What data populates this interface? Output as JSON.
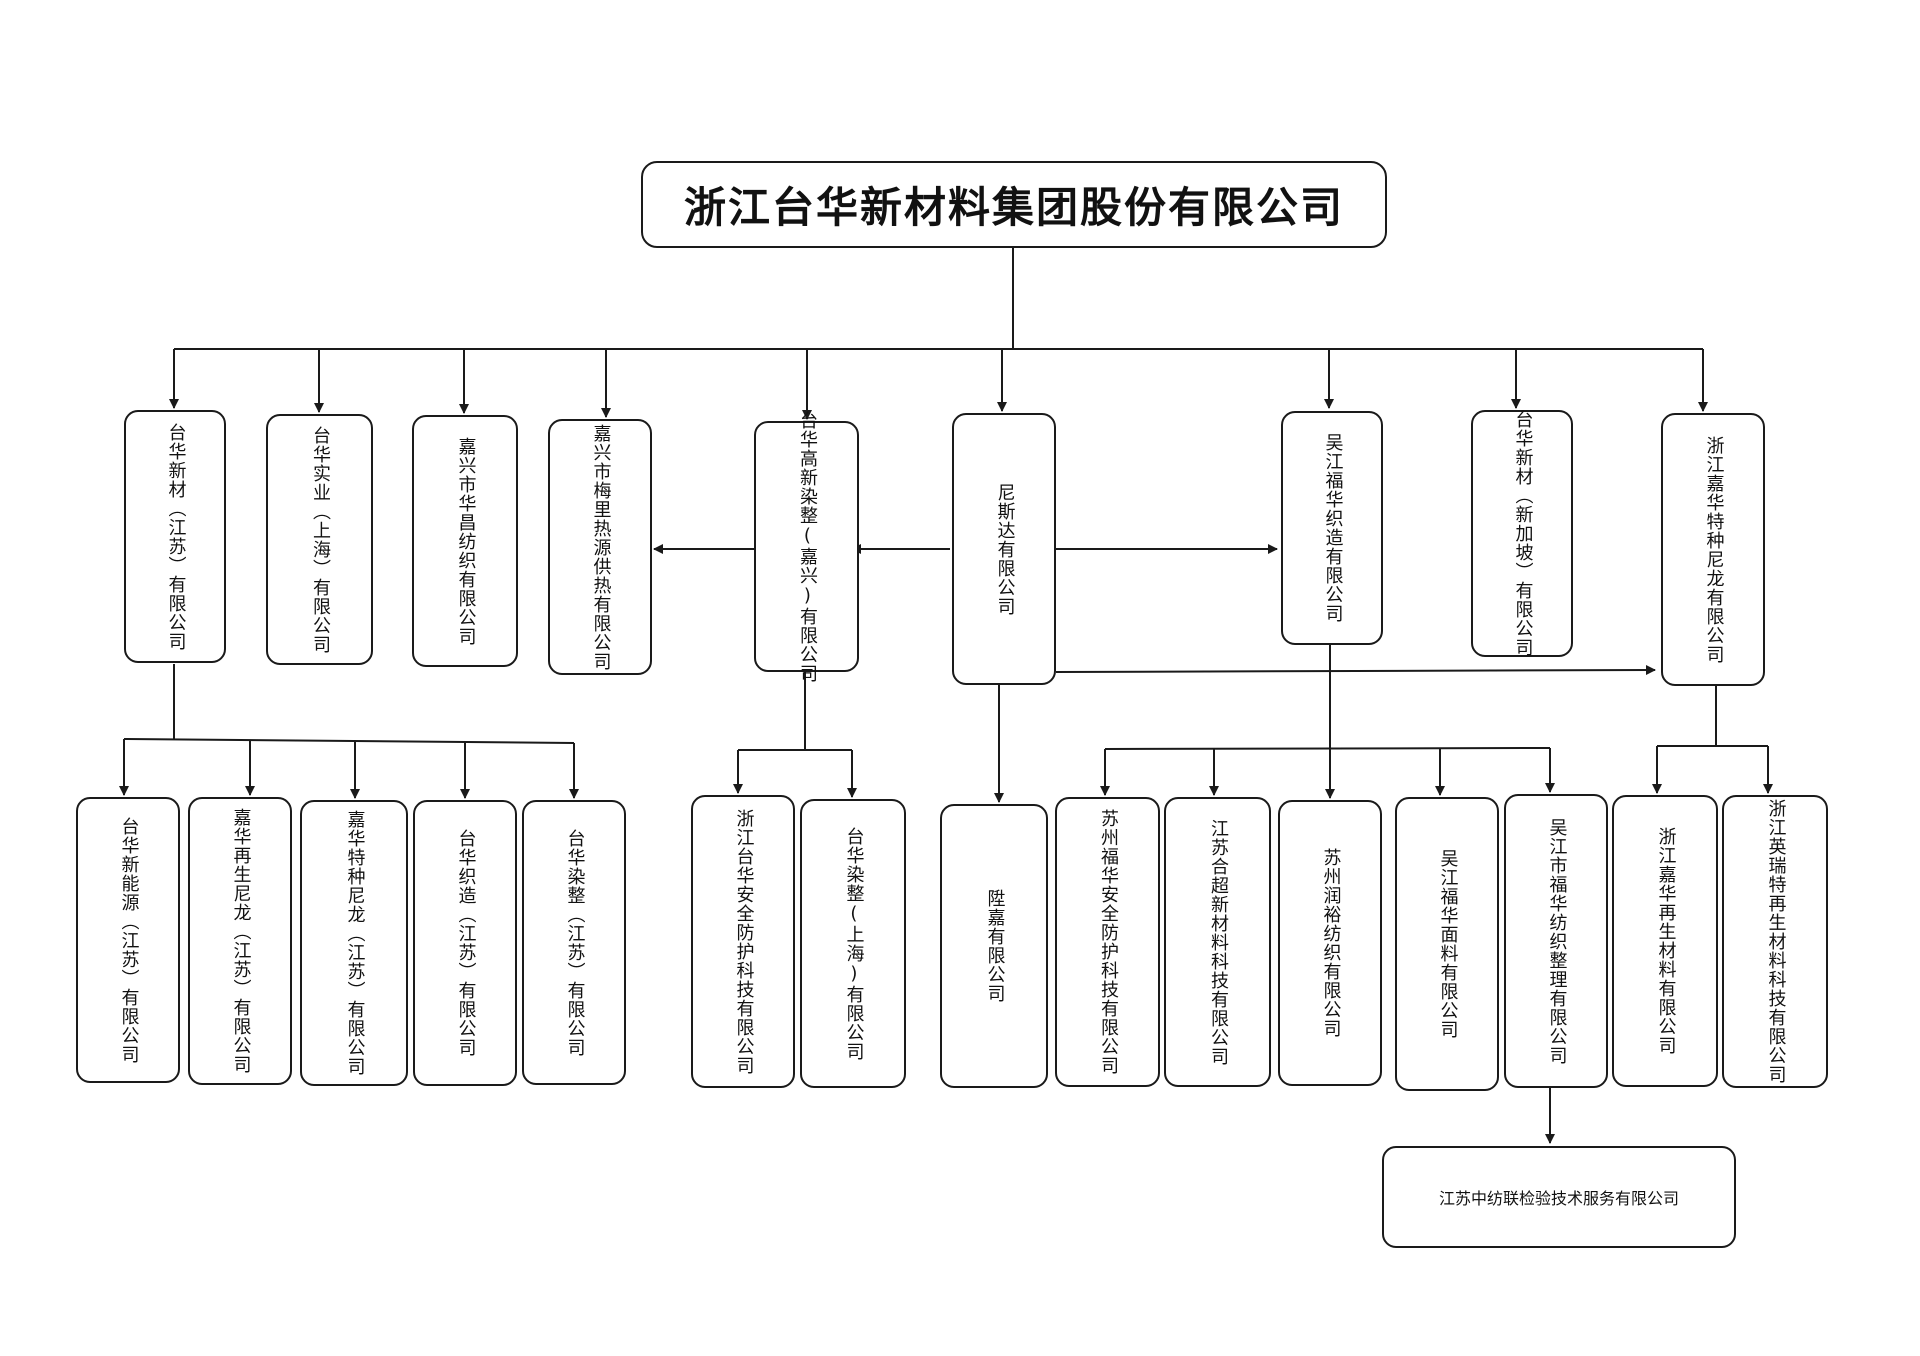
{
  "root": {
    "label": "浙江台华新材料集团股份有限公司"
  },
  "level1": [
    "台华新材（江苏）有限公司",
    "台华实业（上海）有限公司",
    "嘉兴市华昌纺织有限公司",
    "嘉兴市梅里热源供热有限公司",
    "台华高新染整(嘉兴)有限公司",
    "尼斯达有限公司",
    "吴江福华织造有限公司",
    "台华新材（新加坡）有限公司",
    "浙江嘉华特种尼龙有限公司"
  ],
  "level2": [
    "台华新能源（江苏）有限公司",
    "嘉华再生尼龙（江苏）有限公司",
    "嘉华特种尼龙（江苏）有限公司",
    "台华织造（江苏）有限公司",
    "台华染整（江苏）有限公司",
    "浙江台华安全防护科技有限公司",
    "台华染整(上海)有限公司",
    "陞嘉有限公司",
    "苏州福华安全防护科技有限公司",
    "江苏合超新材料科技有限公司",
    "苏州润裕纺织有限公司",
    "吴江福华面料有限公司",
    "吴江市福华纺织整理有限公司",
    "浙江嘉华再生材料有限公司",
    "浙江英瑞特再生材料科技有限公司"
  ],
  "level3": {
    "label": "江苏中纺联检验技术服务有限公司"
  }
}
